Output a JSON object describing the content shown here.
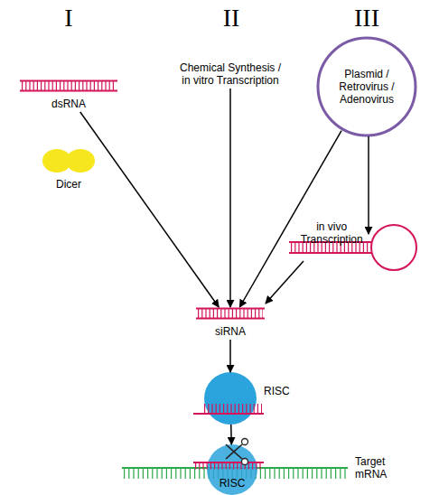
{
  "diagram": {
    "nodes": [
      {
        "text": [
          "dsRNA"
        ]
      },
      {
        "text": [
          "Dicer"
        ]
      },
      {
        "text": [
          "Chemical Synthesis / in vitro Transcription"
        ]
      },
      {
        "text": [
          "Plasmid / Retrovirus / Adenovirus"
        ]
      },
      {
        "text": [
          "siRNA"
        ]
      },
      {
        "text": [
          "RISC"
        ]
      },
      {
        "text": [
          "RISC"
        ]
      },
      {
        "text": [
          "Target mRNA"
        ]
      }
    ],
    "edges": [
      {
        "from": 0,
        "to": 4,
        "arrow": "to"
      },
      {
        "from": 2,
        "to": 4,
        "arrow": "to"
      },
      {
        "from": 3,
        "to": 4,
        "arrow": "to",
        "label": "in vivo Transcription"
      },
      {
        "from": 4,
        "to": 5,
        "arrow": "to"
      },
      {
        "from": 5,
        "to": 6,
        "arrow": "to"
      }
    ],
    "labels": [
      "I",
      "II",
      "III"
    ]
  }
}
